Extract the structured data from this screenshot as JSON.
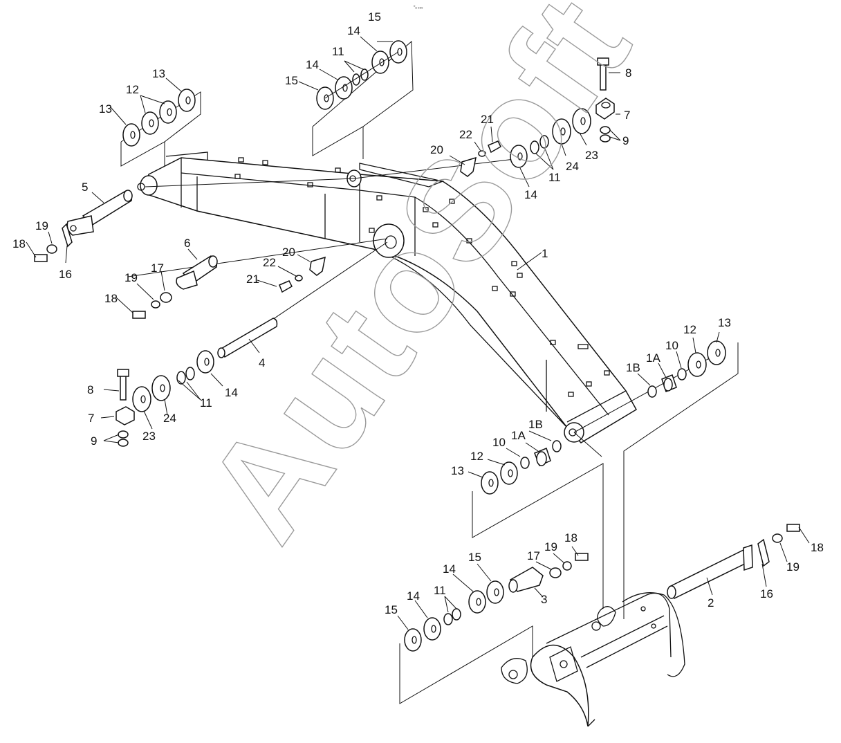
{
  "diagram": {
    "top_mark": "⁰ₐ ₆₆₆",
    "watermark": "AutoSoft",
    "labels": [
      {
        "id": "l-15a",
        "text": "15"
      },
      {
        "id": "l-14a",
        "text": "14"
      },
      {
        "id": "l-11a",
        "text": "11"
      },
      {
        "id": "l-14b",
        "text": "14"
      },
      {
        "id": "l-15b",
        "text": "15"
      },
      {
        "id": "l-13a",
        "text": "13"
      },
      {
        "id": "l-12a",
        "text": "12"
      },
      {
        "id": "l-13b",
        "text": "13"
      },
      {
        "id": "l-8a",
        "text": "8"
      },
      {
        "id": "l-7a",
        "text": "7"
      },
      {
        "id": "l-9a",
        "text": "9"
      },
      {
        "id": "l-21a",
        "text": "21"
      },
      {
        "id": "l-22a",
        "text": "22"
      },
      {
        "id": "l-20a",
        "text": "20"
      },
      {
        "id": "l-24a",
        "text": "24"
      },
      {
        "id": "l-23a",
        "text": "23"
      },
      {
        "id": "l-11b",
        "text": "11"
      },
      {
        "id": "l-14c",
        "text": "14"
      },
      {
        "id": "l-5",
        "text": "5"
      },
      {
        "id": "l-19a",
        "text": "19"
      },
      {
        "id": "l-18a",
        "text": "18"
      },
      {
        "id": "l-16a",
        "text": "16"
      },
      {
        "id": "l-6",
        "text": "6"
      },
      {
        "id": "l-19b",
        "text": "19"
      },
      {
        "id": "l-17a",
        "text": "17"
      },
      {
        "id": "l-18b",
        "text": "18"
      },
      {
        "id": "l-1",
        "text": "1"
      },
      {
        "id": "l-20b",
        "text": "20"
      },
      {
        "id": "l-22b",
        "text": "22"
      },
      {
        "id": "l-21b",
        "text": "21"
      },
      {
        "id": "l-4",
        "text": "4"
      },
      {
        "id": "l-14d",
        "text": "14"
      },
      {
        "id": "l-11c",
        "text": "11"
      },
      {
        "id": "l-24b",
        "text": "24"
      },
      {
        "id": "l-23b",
        "text": "23"
      },
      {
        "id": "l-8b",
        "text": "8"
      },
      {
        "id": "l-7b",
        "text": "7"
      },
      {
        "id": "l-9b",
        "text": "9"
      },
      {
        "id": "l-13c",
        "text": "13"
      },
      {
        "id": "l-12b",
        "text": "12"
      },
      {
        "id": "l-10a",
        "text": "10"
      },
      {
        "id": "l-1Aa",
        "text": "1A"
      },
      {
        "id": "l-1Ba",
        "text": "1B"
      },
      {
        "id": "l-13d",
        "text": "13"
      },
      {
        "id": "l-12c",
        "text": "12"
      },
      {
        "id": "l-10b",
        "text": "10"
      },
      {
        "id": "l-1Ab",
        "text": "1A"
      },
      {
        "id": "l-1Bb",
        "text": "1B"
      },
      {
        "id": "l-18c",
        "text": "18"
      },
      {
        "id": "l-19c",
        "text": "19"
      },
      {
        "id": "l-17b",
        "text": "17"
      },
      {
        "id": "l-3",
        "text": "3"
      },
      {
        "id": "l-15c",
        "text": "15"
      },
      {
        "id": "l-14e",
        "text": "14"
      },
      {
        "id": "l-11d",
        "text": "11"
      },
      {
        "id": "l-14f",
        "text": "14"
      },
      {
        "id": "l-15d",
        "text": "15"
      },
      {
        "id": "l-18d",
        "text": "18"
      },
      {
        "id": "l-19d",
        "text": "19"
      },
      {
        "id": "l-16b",
        "text": "16"
      },
      {
        "id": "l-2",
        "text": "2"
      }
    ]
  }
}
